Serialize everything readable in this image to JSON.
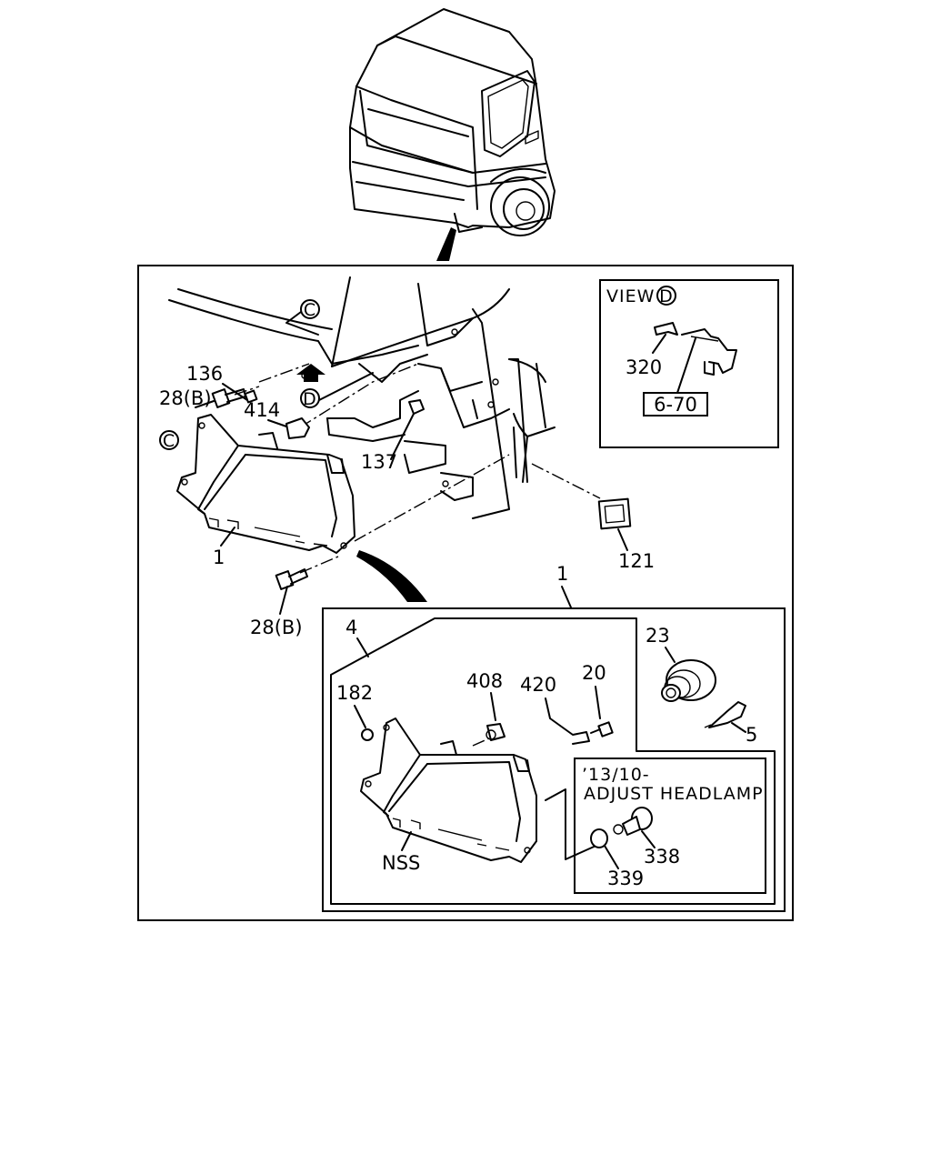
{
  "labels": {
    "view_d": "VIEW",
    "circle_c": "C",
    "circle_d": "D",
    "p136": "136",
    "p28b_top": "28(B)",
    "p414": "414",
    "p137": "137",
    "p1_main": "1",
    "p28b_bottom": "28(B)",
    "p121": "121",
    "p320": "320",
    "p6_70": "6-70",
    "p1_detail": "1",
    "p4": "4",
    "p23": "23",
    "p408": "408",
    "p420": "420",
    "p20": "20",
    "p182": "182",
    "p5": "5",
    "nss": "NSS",
    "note_date": "’13/10-",
    "note_text": "ADJUST HEADLAMP",
    "p338": "338",
    "p339": "339"
  }
}
